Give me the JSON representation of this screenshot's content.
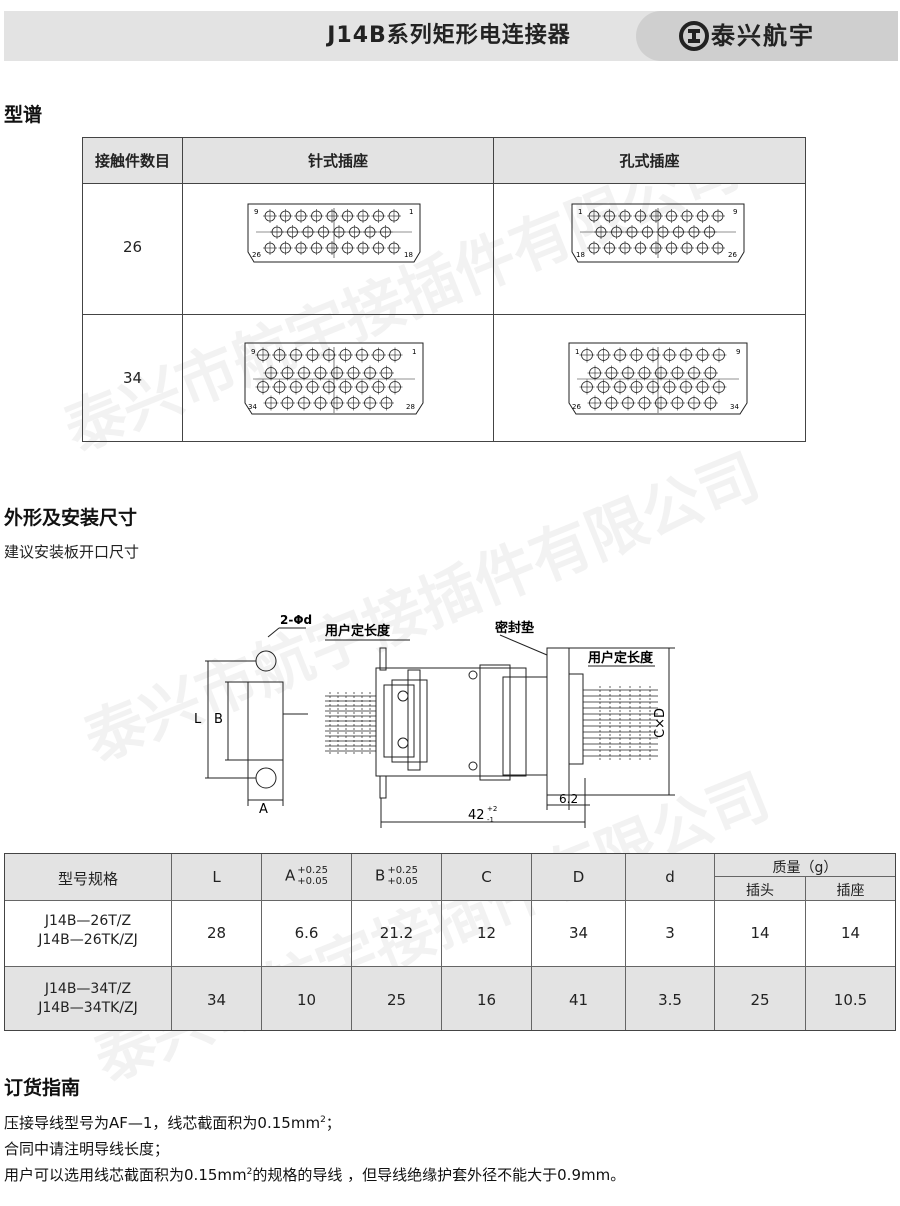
{
  "header": {
    "title": "J14B系列矩形电连接器",
    "brand_name": "泰兴航宇",
    "bg_color": "#e3e3e3"
  },
  "watermark": "泰兴市航宇接插件有限公司",
  "section_type": {
    "title": "型谱",
    "columns": [
      "接触件数目",
      "针式插座",
      "孔式插座"
    ],
    "rows": [
      {
        "count": "26",
        "pin_labels": {
          "tl": "9",
          "tr": "1",
          "bl": "26",
          "br": "18"
        },
        "socket_labels": {
          "tl": "1",
          "tr": "9",
          "bl": "18",
          "br": "26"
        }
      },
      {
        "count": "34",
        "pin_labels": {
          "tl": "9",
          "tr": "1",
          "bl": "34",
          "br": "28"
        },
        "socket_labels": {
          "tl": "1",
          "tr": "9",
          "bl": "26",
          "br": "34"
        }
      }
    ]
  },
  "section_dim": {
    "title": "外形及安装尺寸",
    "subtitle": "建议安装板开口尺寸",
    "labels": {
      "hole": "2-Φd",
      "user_len_1": "用户定长度",
      "seal": "密封垫",
      "user_len_2": "用户定长度",
      "L": "L",
      "B": "B",
      "A": "A",
      "CxD": "C×D",
      "dim_42": "42",
      "dim_42_plus": "+2",
      "dim_42_minus": "-1",
      "dim_62": "6.2"
    }
  },
  "spec_table": {
    "headers": {
      "model": "型号规格",
      "L": "L",
      "A": "A",
      "A_tol_plus": "+0.25",
      "A_tol_minus": "+0.05",
      "B": "B",
      "B_tol_plus": "+0.25",
      "B_tol_minus": "+0.05",
      "C": "C",
      "D": "D",
      "d": "d",
      "mass": "质量（g）",
      "plug": "插头",
      "socket": "插座"
    },
    "rows": [
      {
        "model1": "J14B—26T/Z",
        "model2": "J14B—26TK/ZJ",
        "L": "28",
        "A": "6.6",
        "B": "21.2",
        "C": "12",
        "D": "34",
        "d": "3",
        "plug": "14",
        "socket": "14"
      },
      {
        "model1": "J14B—34T/Z",
        "model2": "J14B—34TK/ZJ",
        "L": "34",
        "A": "10",
        "B": "25",
        "C": "16",
        "D": "41",
        "d": "3.5",
        "plug": "25",
        "socket": "10.5"
      }
    ]
  },
  "section_order": {
    "title": "订货指南",
    "line1_a": "压接导线型号为AF—1，线芯截面积为0.15mm",
    "line1_sup": "2",
    "line1_b": "；",
    "line2": "合同中请注明导线长度；",
    "line3_a": "用户可以选用线芯截面积为0.15mm",
    "line3_sup": "2",
    "line3_b": "的规格的导线 ，但导线绝缘护套外径不能大于0.9mm。"
  }
}
